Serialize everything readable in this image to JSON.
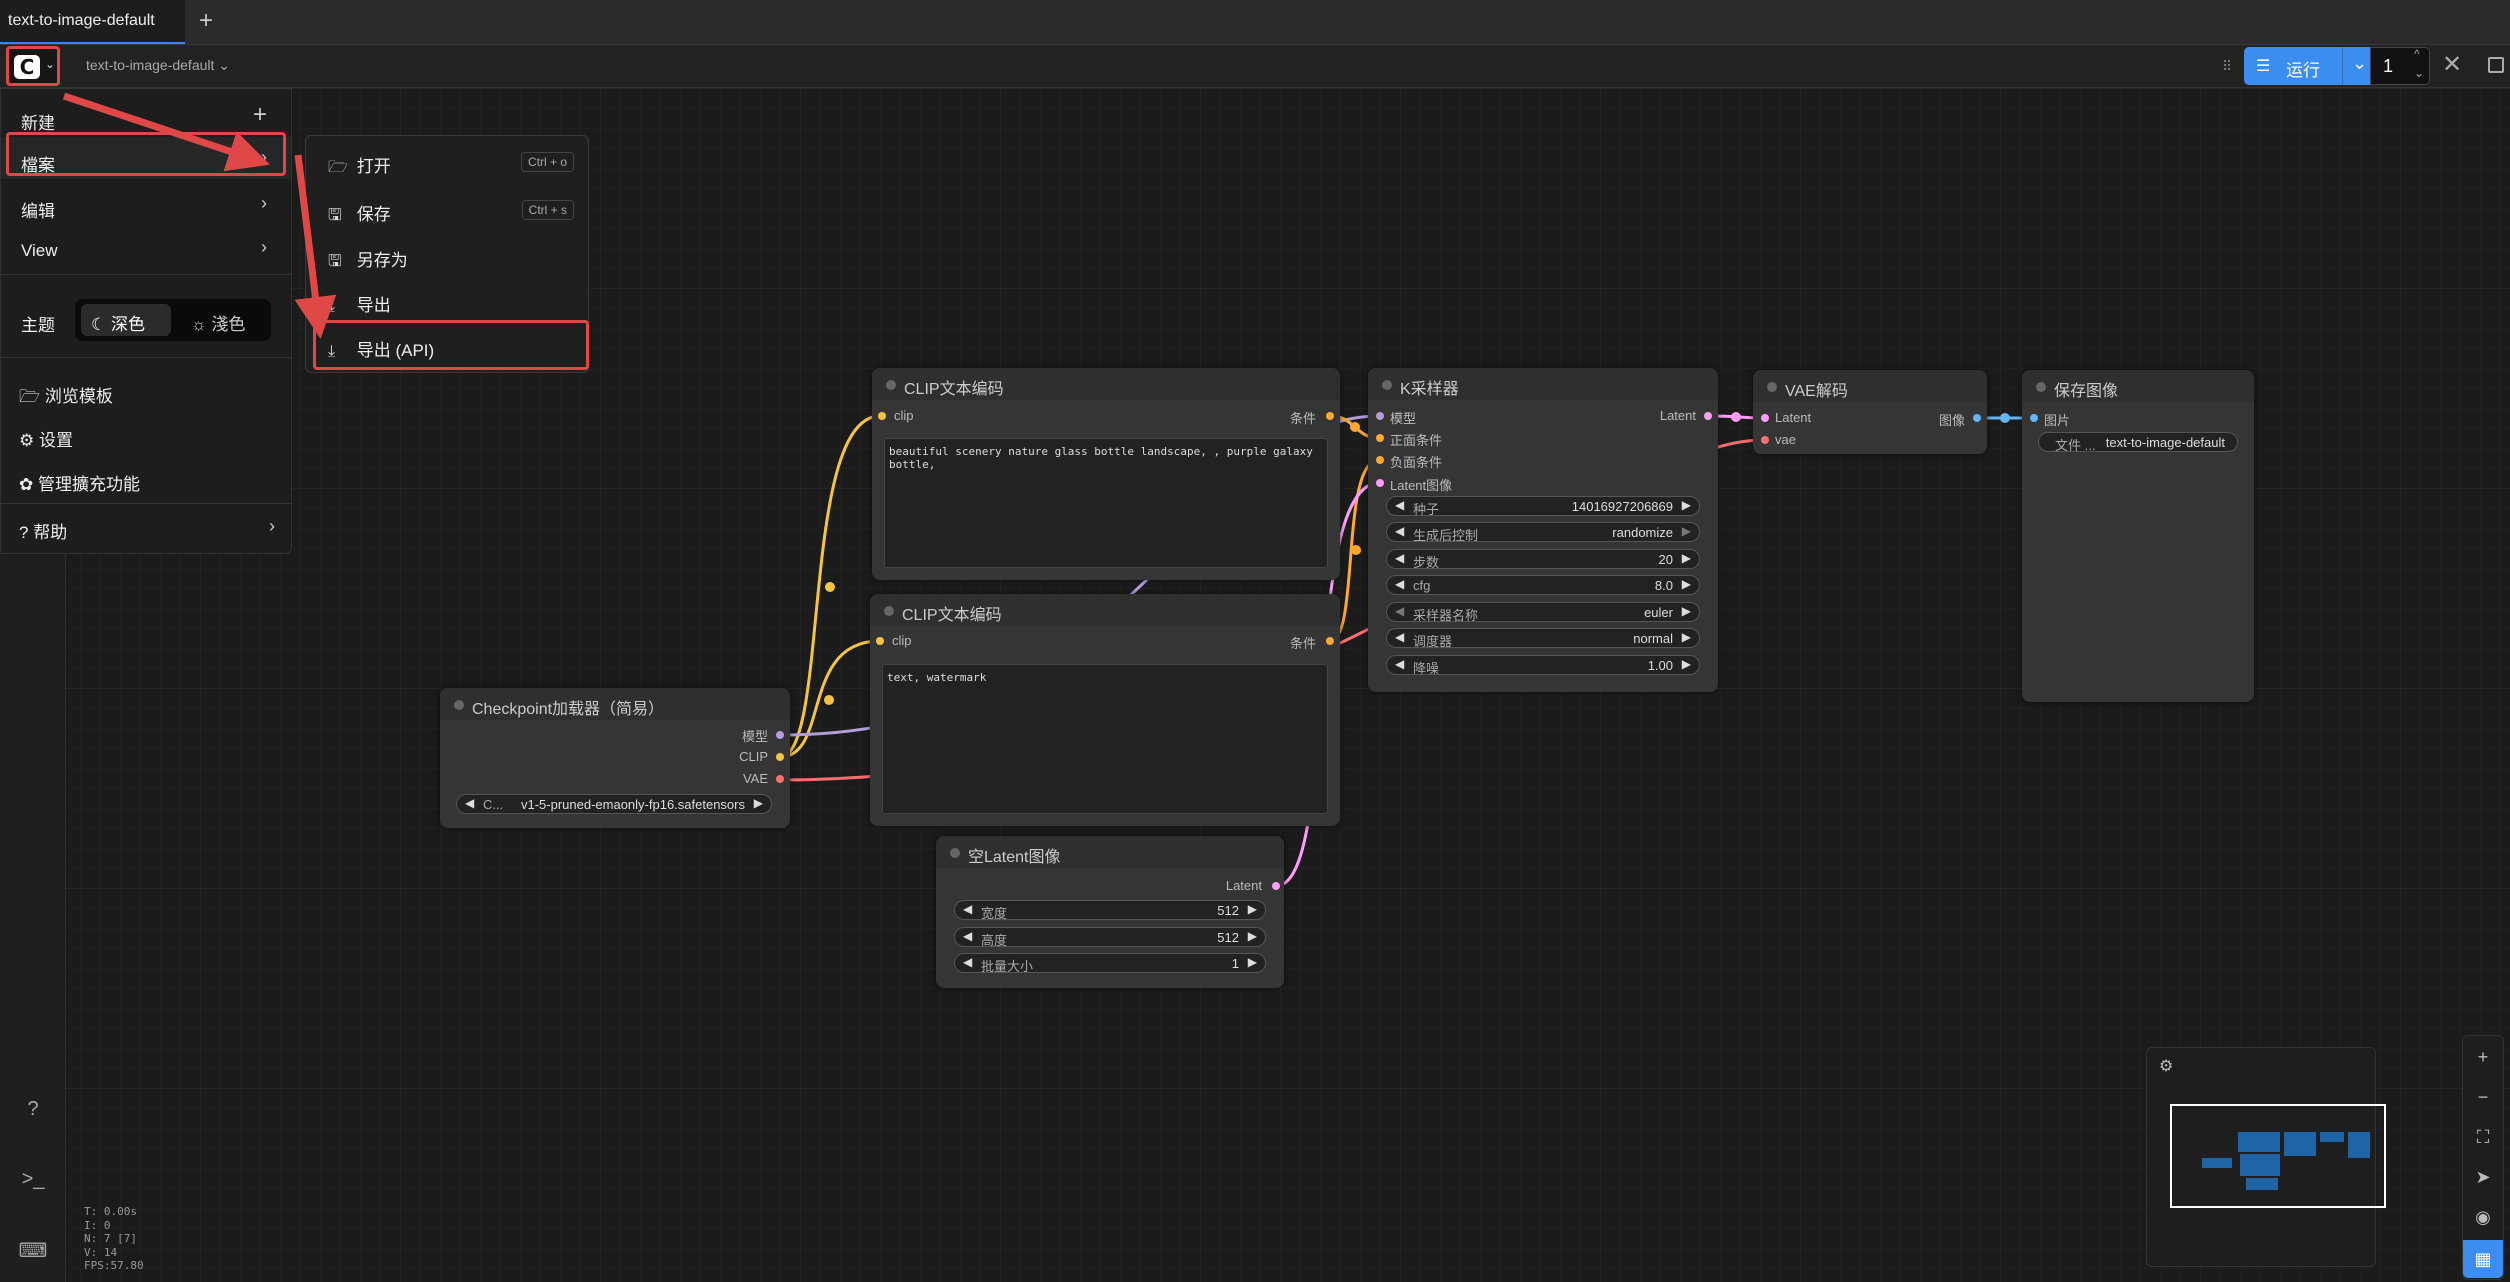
{
  "tabs": {
    "active": "text-to-image-default",
    "add": "+"
  },
  "header": {
    "workflow_name": "text-to-image-default ⌄",
    "drag": "⠿"
  },
  "run": {
    "icon": "☰",
    "label": "运行",
    "caret": "⌄",
    "count": "1",
    "up": "^",
    "down": "⌄",
    "close": "✕"
  },
  "menu": {
    "new": "新建",
    "new_icon": "+",
    "file": "檔案",
    "edit": "编辑",
    "view": "View",
    "chev": "›",
    "theme_label": "主题",
    "theme_dark": "深色",
    "theme_light": "淺色",
    "theme_dark_icon": "☾",
    "theme_light_icon": "☼",
    "browse_templates": "浏览模板",
    "settings": "设置",
    "extensions": "管理擴充功能",
    "help": "帮助",
    "browse_icon": "🗁",
    "settings_icon": "⚙",
    "extensions_icon": "✿",
    "help_icon": "?"
  },
  "file_submenu": {
    "open": "打开",
    "open_shortcut": "Ctrl + o",
    "save": "保存",
    "save_shortcut": "Ctrl + s",
    "save_as": "另存为",
    "export": "导出",
    "export_api": "导出 (API)",
    "open_icon": "🗁",
    "save_icon": "🖫",
    "export_icon": "⤓"
  },
  "nodes": {
    "clip_pos": {
      "title": "CLIP文本编码",
      "in_clip": "clip",
      "out_cond": "条件",
      "text": "beautiful scenery nature glass bottle landscape, , purple galaxy bottle,"
    },
    "clip_neg": {
      "title": "CLIP文本编码",
      "in_clip": "clip",
      "out_cond": "条件",
      "text": "text, watermark"
    },
    "checkpoint": {
      "title": "Checkpoint加载器（简易）",
      "out_model": "模型",
      "out_clip": "CLIP",
      "out_vae": "VAE",
      "ckpt_name": "C...",
      "ckpt_value": "v1-5-pruned-emaonly-fp16.safetensors"
    },
    "latent": {
      "title": "空Latent图像",
      "out_latent": "Latent",
      "width_label": "宽度",
      "width": "512",
      "height_label": "高度",
      "height": "512",
      "batch_label": "批量大小",
      "batch": "1"
    },
    "ksampler": {
      "title": "K采样器",
      "in_model": "模型",
      "in_pos": "正面条件",
      "in_neg": "负面条件",
      "in_latent": "Latent图像",
      "out_latent": "Latent",
      "seed_label": "种子",
      "seed": "140169272068​69",
      "control_label": "生成后控制",
      "control": "randomize",
      "steps_label": "步数",
      "steps": "20",
      "cfg_label": "cfg",
      "cfg": "8.0",
      "sampler_label": "采样器名称",
      "sampler": "euler",
      "scheduler_label": "调度器",
      "scheduler": "normal",
      "denoise_label": "降噪",
      "denoise": "1.00"
    },
    "vae_decode": {
      "title": "VAE解码",
      "in_latent": "Latent",
      "in_vae": "vae",
      "out_image": "图像"
    },
    "save_image": {
      "title": "保存图像",
      "in_images": "图片",
      "prefix_label": "文件 ...",
      "prefix": "text-to-image-default"
    }
  },
  "stats": {
    "t": "T: 0.00s",
    "i": "I: 0",
    "n": "N: 7 [7]",
    "v": "V: 14",
    "fps": "FPS:57.80"
  },
  "colors": {
    "accent": "#3b8ef0",
    "highlight": "#e04848",
    "clip_wire": "#f5c542",
    "model_wire": "#b39ddb",
    "vae_wire": "#ff6e6e",
    "latent_wire": "#ff9cf9",
    "image_wire": "#64b5f6",
    "cond_wire": "#ffa931"
  }
}
